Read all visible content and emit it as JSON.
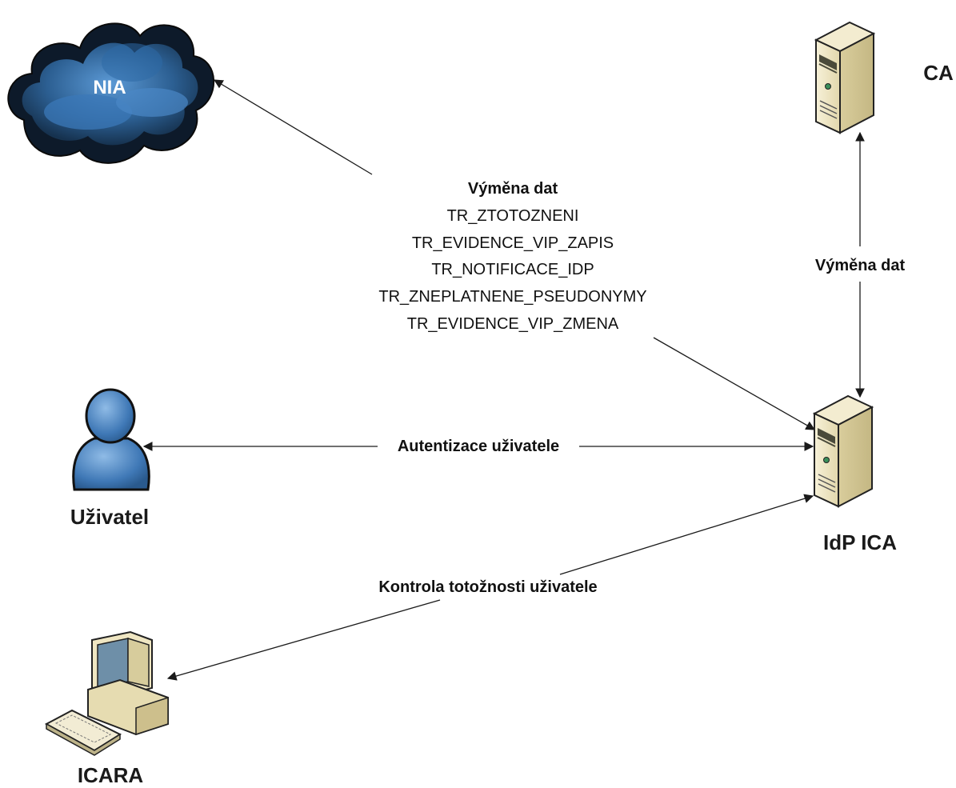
{
  "nodes": {
    "nia": {
      "label": "NIA",
      "icon": "cloud-icon"
    },
    "ca": {
      "label": "CA",
      "icon": "server-icon"
    },
    "idp": {
      "label": "IdP ICA",
      "icon": "server-icon"
    },
    "user": {
      "label": "Uživatel",
      "icon": "user-icon"
    },
    "icara": {
      "label": "ICARA",
      "icon": "computer-icon"
    }
  },
  "edges": {
    "nia_idp": {
      "lines": [
        "Výměna dat",
        "TR_ZTOTOZNENI",
        "TR_EVIDENCE_VIP_ZAPIS",
        "TR_NOTIFICACE_IDP",
        "TR_ZNEPLATNENE_PSEUDONYMY",
        "TR_EVIDENCE_VIP_ZMENA"
      ]
    },
    "ca_idp": {
      "label": "Výměna dat"
    },
    "user_idp": {
      "label": "Autentizace uživatele"
    },
    "icara_idp": {
      "label": "Kontrola totožnosti uživatele"
    }
  },
  "colors": {
    "cloud_dark": "#0d1a2a",
    "cloud_blue": "#3b78b8",
    "server_beige": "#efe6c2",
    "user_blue": "#4a84c4",
    "line": "#1a1a1a"
  }
}
